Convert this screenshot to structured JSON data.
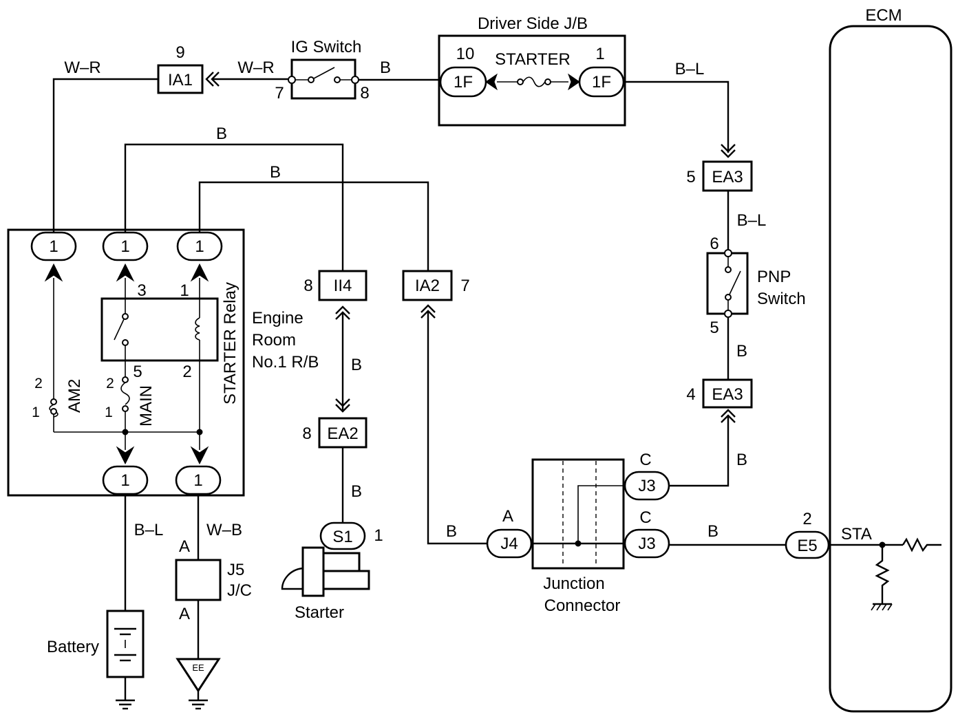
{
  "components": {
    "ecm": "ECM",
    "driver_side_jb": "Driver Side J/B",
    "starter_fuse": "STARTER",
    "ig_switch": "IG Switch",
    "pnp_switch_line1": "PNP",
    "pnp_switch_line2": "Switch",
    "starter_relay": "STARTER Relay",
    "engine_room_rb_line1": "Engine",
    "engine_room_rb_line2": "Room",
    "engine_room_rb_line3": "No.1 R/B",
    "am2_fuse": "AM2",
    "main_fuse": "MAIN",
    "battery": "Battery",
    "starter": "Starter",
    "junction_connector_line1": "Junction",
    "junction_connector_line2": "Connector",
    "jc_j5_line1": "J5",
    "jc_j5_line2": "J/C",
    "ground_ee": "EE",
    "sta_terminal": "STA"
  },
  "connectors": {
    "ia1": {
      "name": "IA1",
      "pin": "9"
    },
    "ia2": {
      "name": "IA2",
      "pin": "7"
    },
    "ii4": {
      "name": "II4",
      "pin": "8"
    },
    "ea2": {
      "name": "EA2",
      "pin": "8"
    },
    "ea3_top": {
      "name": "EA3",
      "pin": "5"
    },
    "ea3_bottom": {
      "name": "EA3",
      "pin": "4"
    },
    "jb_left": {
      "name": "1F",
      "pin": "10"
    },
    "jb_right": {
      "name": "1F",
      "pin": "1"
    },
    "s1": {
      "name": "S1",
      "pin": "1"
    },
    "j4": {
      "name": "J4",
      "pin": "A"
    },
    "j3_top": {
      "name": "J3",
      "pin": "C"
    },
    "j3_bottom": {
      "name": "J3",
      "pin": "C"
    },
    "e5": {
      "name": "E5",
      "pin": "2"
    },
    "rb_top_1": {
      "name": "1"
    },
    "rb_top_2": {
      "name": "1"
    },
    "rb_top_3": {
      "name": "1"
    },
    "rb_bot_1": {
      "name": "1"
    },
    "rb_bot_2": {
      "name": "1"
    }
  },
  "pins": {
    "ig_in": "7",
    "ig_out": "8",
    "pnp_top": "6",
    "pnp_bottom": "5",
    "relay_3": "3",
    "relay_1": "1",
    "relay_5": "5",
    "relay_2": "2",
    "am2_top": "2",
    "am2_bottom": "1",
    "main_top": "2",
    "main_bottom": "1",
    "j5_top": "A",
    "j5_bottom": "A"
  },
  "wire_colors": {
    "ia1_to_relay": "W–R",
    "ig_to_ia1": "W–R",
    "ig_to_jb": "B",
    "jb_to_ea3": "B–L",
    "ea3_to_pnp": "B–L",
    "pnp_to_ea3": "B",
    "ea3_to_j3": "B",
    "relay_to_ii4": "B",
    "relay_to_ia2": "B",
    "ii4_to_ea2": "B",
    "ea2_to_s1": "B",
    "ia2_to_j4": "B",
    "j3_to_e5": "B",
    "relay_to_battery": "B–L",
    "relay_to_j5": "W–B"
  }
}
